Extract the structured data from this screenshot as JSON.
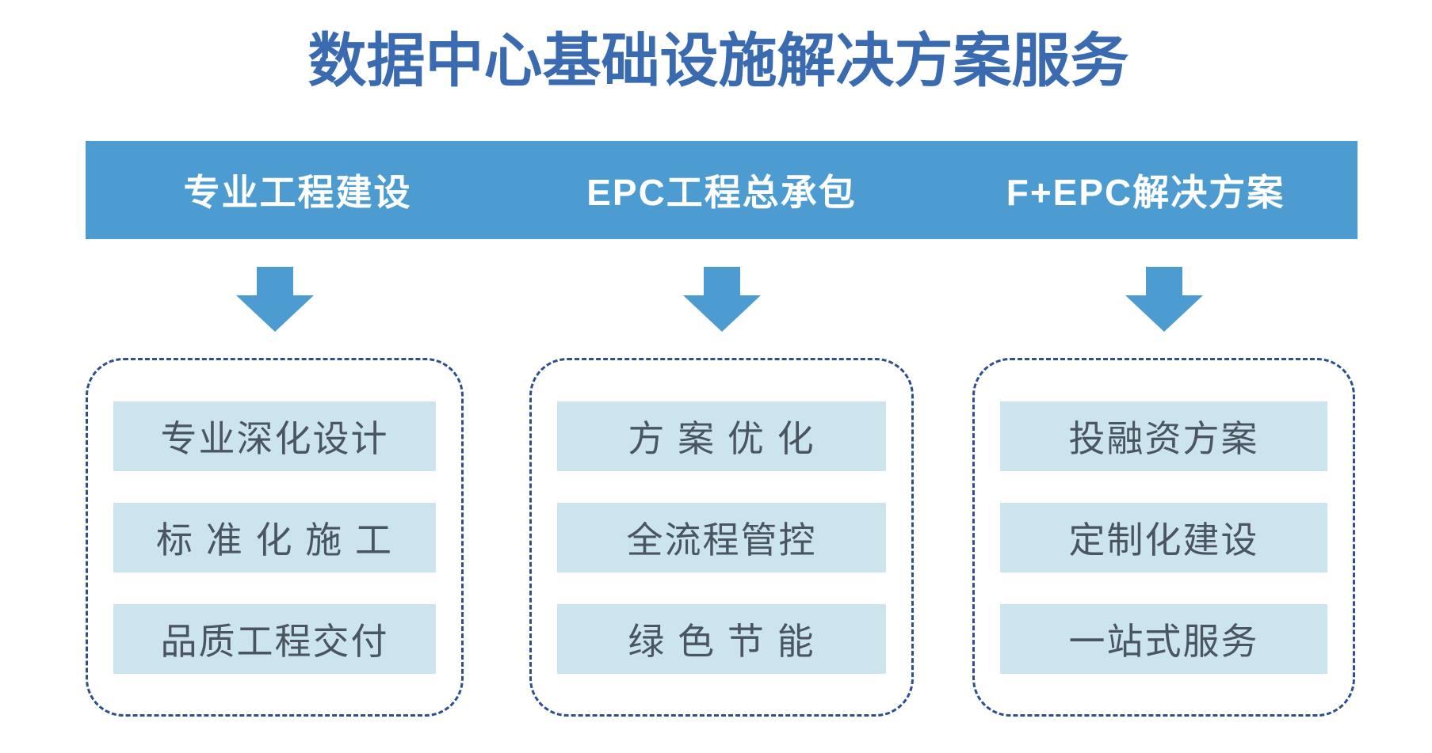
{
  "title": "数据中心基础设施解决方案服务",
  "columns": [
    {
      "header": "专业工程建设",
      "items": [
        "专业深化设计",
        "标 准 化 施 工",
        "品质工程交付"
      ]
    },
    {
      "header": "EPC工程总承包",
      "items": [
        "方 案 优 化",
        "全流程管控",
        "绿 色 节 能"
      ]
    },
    {
      "header": "F+EPC解决方案",
      "items": [
        "投融资方案",
        "定制化建设",
        "一站式服务"
      ]
    }
  ],
  "icons": {
    "column_connector": "down-arrow-icon"
  },
  "colors": {
    "title_text": "#3a6bb1",
    "header_bar_bg": "#4c9cd2",
    "header_bar_text": "#ffffff",
    "arrow": "#4c9cd2",
    "item_cell_bg": "#cbe4ee",
    "item_cell_text": "#4a5560",
    "group_box_dashed_border": "#2e4e8c",
    "background": "#ffffff"
  }
}
